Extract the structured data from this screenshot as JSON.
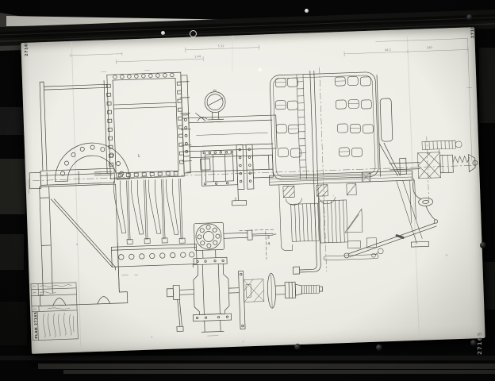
{
  "colors": {
    "photo_background": "#060606",
    "paper": "#ecebe4",
    "ink": "#4a4840",
    "board_rail": "#121210",
    "board_gray": "#3c3b37"
  },
  "stamps": {
    "top_left": "27165",
    "top_right": "27165",
    "bottom_right": "27165",
    "plan_number": "PLAN 27165"
  },
  "dimensions": {
    "top_left": "1.44",
    "top_center": "5.32",
    "top_right_a": "44.2",
    "top_right_b": "140"
  },
  "callouts": {
    "c1": "1",
    "c2": "2",
    "c3": "2",
    "c4": "4"
  }
}
